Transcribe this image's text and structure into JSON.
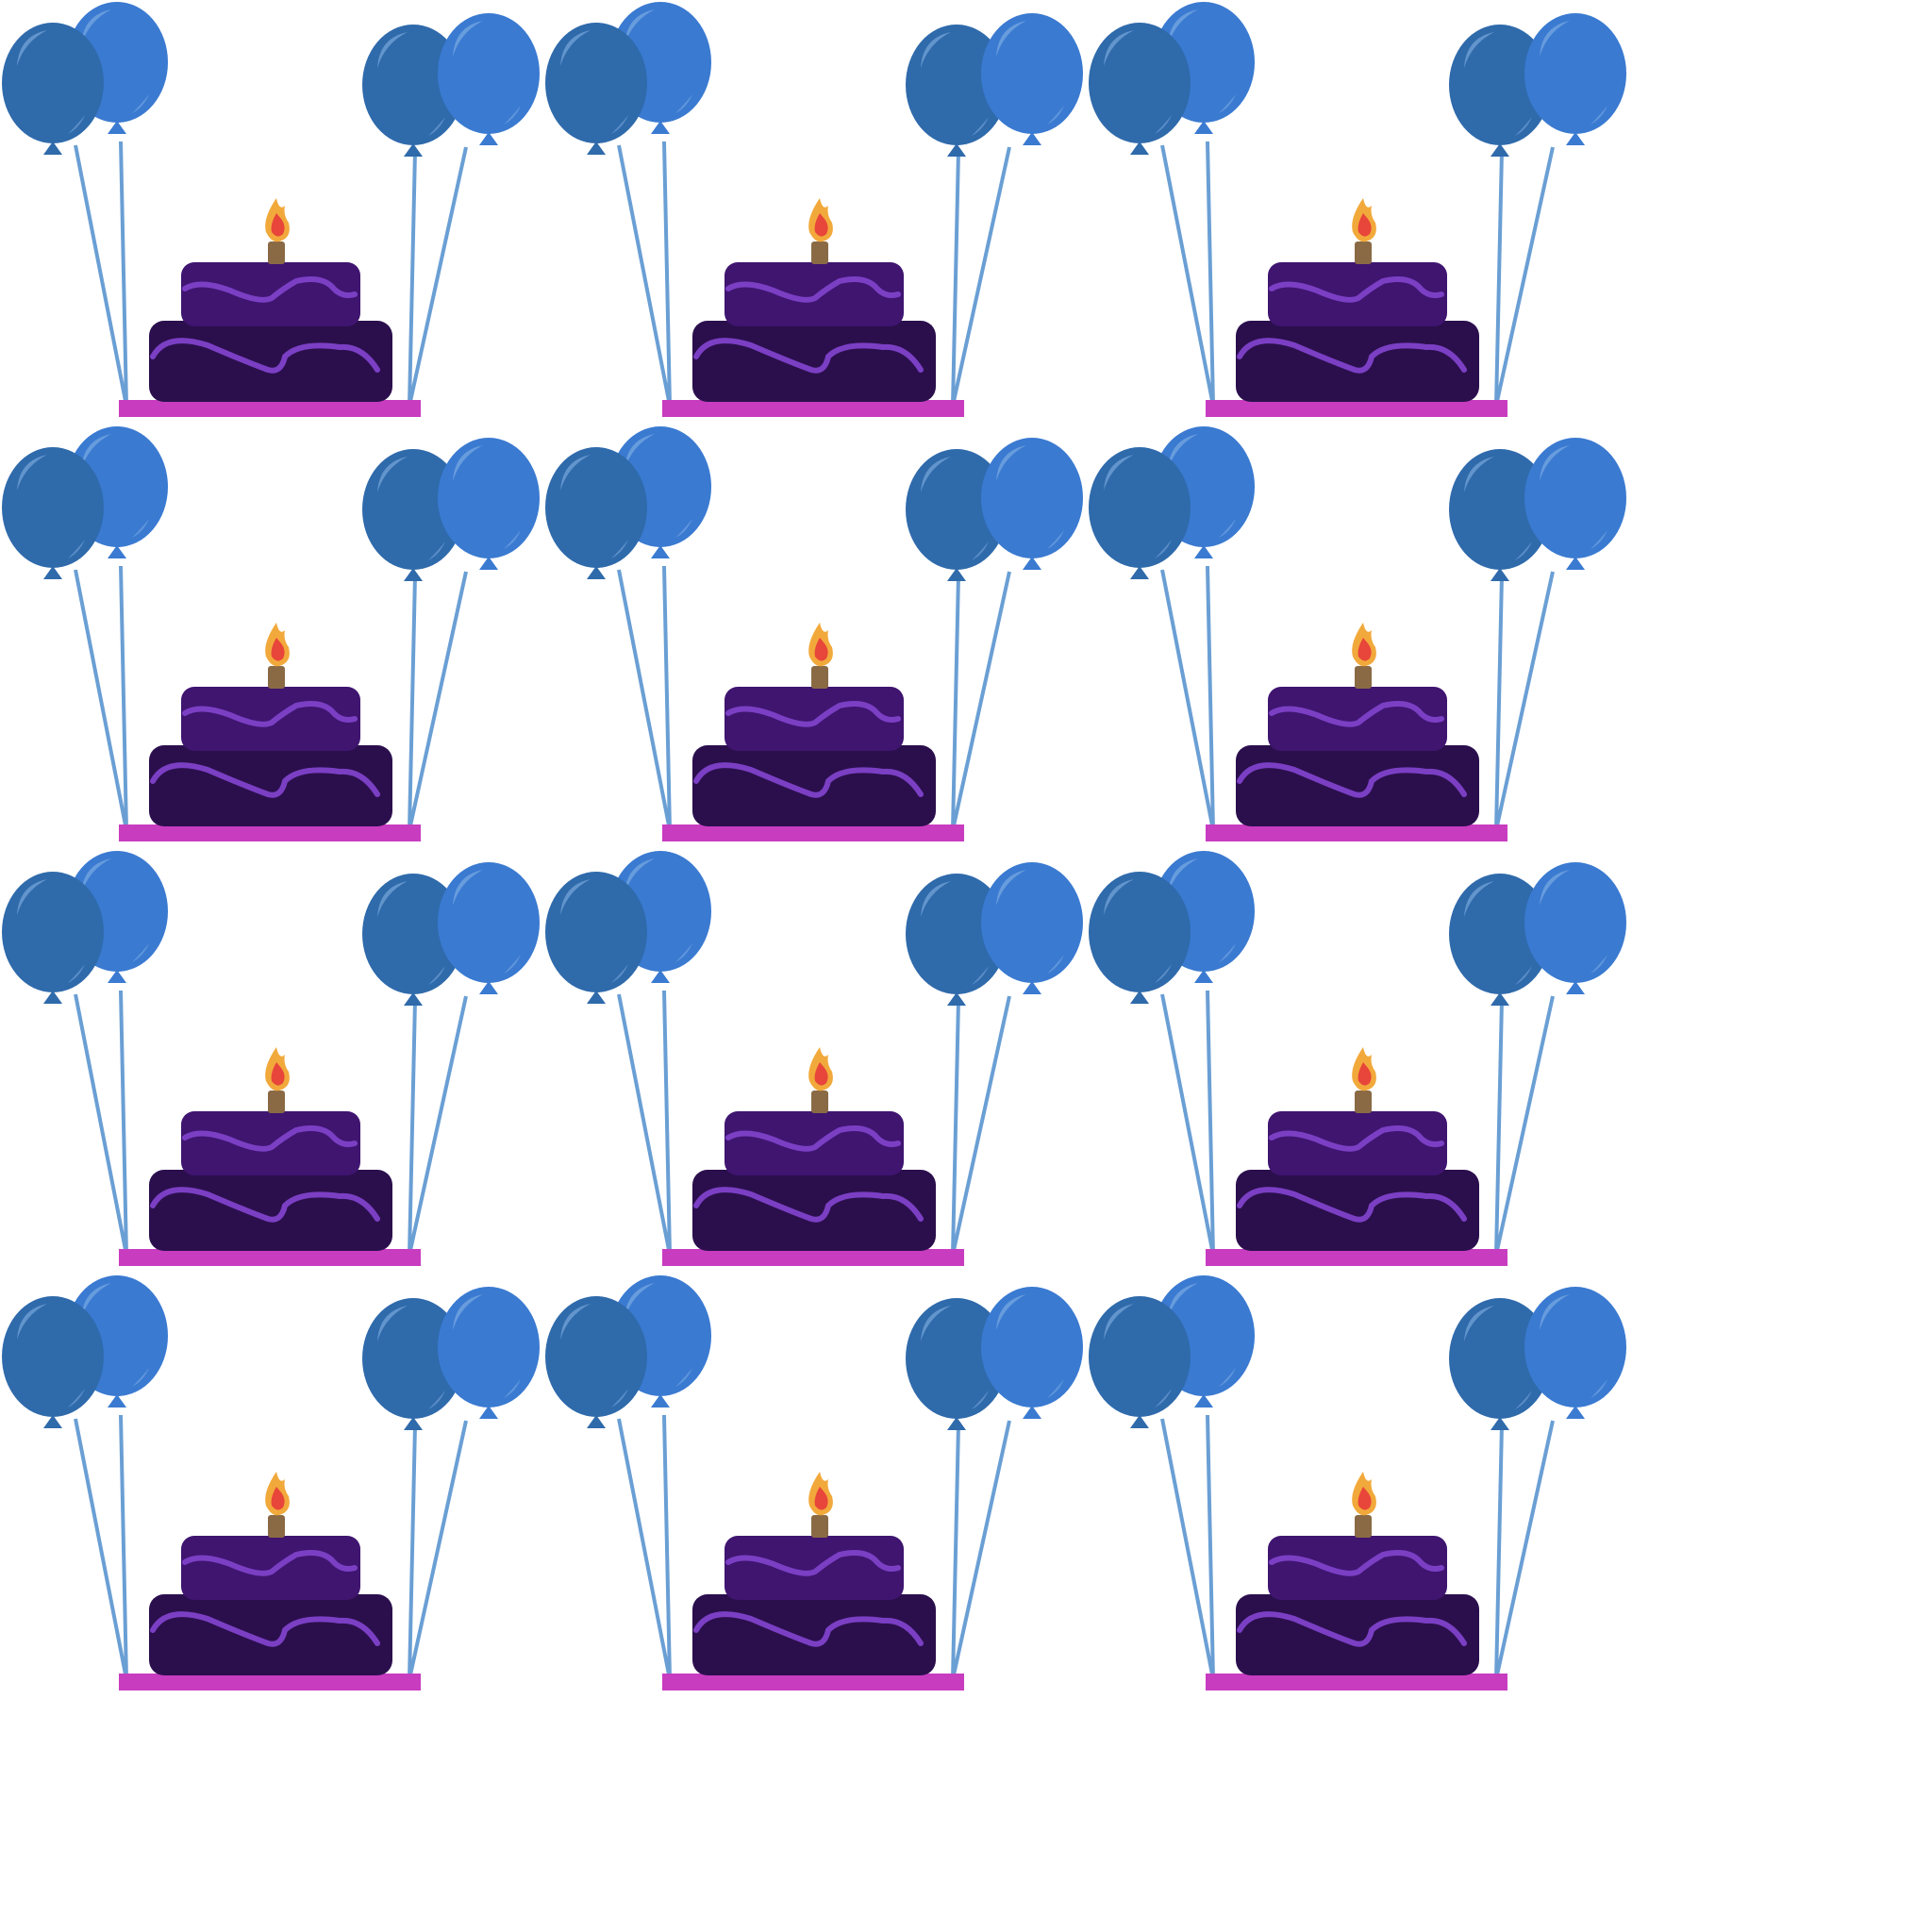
{
  "pattern": {
    "name": "birthday-cake-and-balloons-pattern",
    "rows": 4,
    "columns": 3,
    "background_color": "#ffffff"
  },
  "motif": {
    "parts": [
      "cake",
      "candle",
      "flame",
      "balloons",
      "strings",
      "tray"
    ],
    "colors": {
      "balloon_dark": "#2f6aab",
      "balloon_light": "#3a7ad1",
      "balloon_highlight": "#8db8e8",
      "string": "#6a9fd4",
      "cake_top": "#3f1570",
      "cake_bottom": "#2b0f4d",
      "icing": "#7b3fc4",
      "candle": "#8a6a45",
      "flame_outer": "#f2a93b",
      "flame_inner": "#e8463a",
      "tray": "#c83cc0"
    }
  }
}
